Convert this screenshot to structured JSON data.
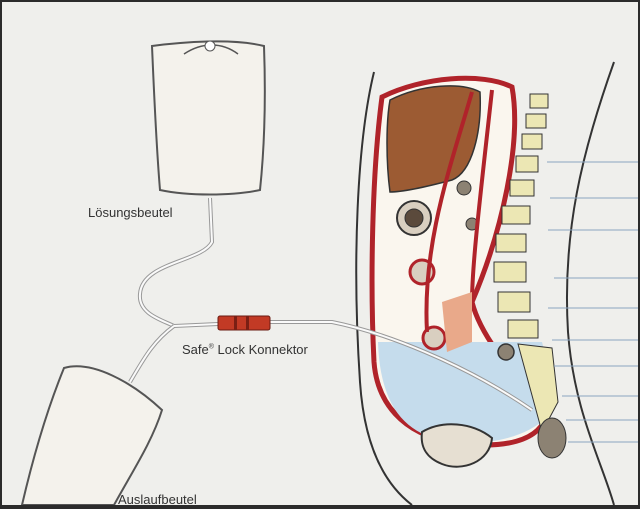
{
  "labels": {
    "solution_bag": "Lösungsbeutel",
    "connector_name": "Safe",
    "connector_mark": "®",
    "connector_rest": " Lock Konnektor",
    "drain_bag": "Auslaufbeutel"
  },
  "colors": {
    "background": "#efefec",
    "outline": "#333333",
    "peritoneum": "#b0232a",
    "liver": "#9c5b33",
    "dialysate": "#c5dcec",
    "spine": "#ece7b4",
    "connector": "#c23a25",
    "bag": "#f4f2ec"
  }
}
